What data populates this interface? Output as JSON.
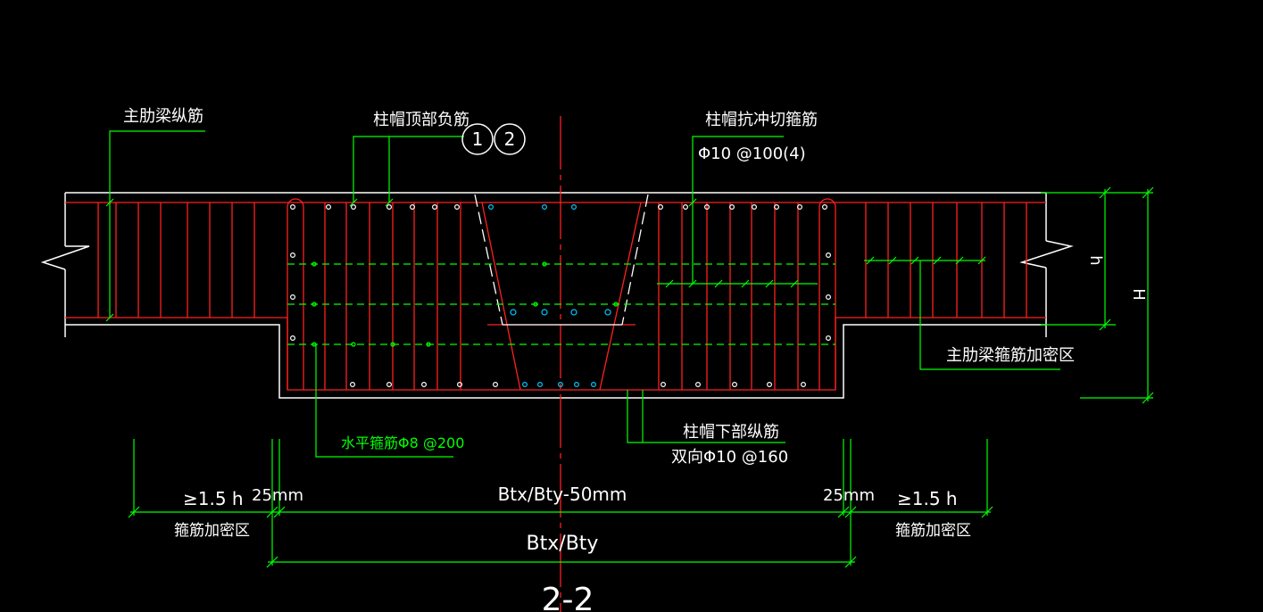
{
  "colors": {
    "background": "#000000",
    "outline": "#ffffff",
    "rebar": "#ff2020",
    "annotation": "#ffffff",
    "leader": "#00ff00",
    "dimension": "#00ff00",
    "stirrup_label": "#00ff00",
    "axis": "#ff2020",
    "cyan_bar": "#00c8ff"
  },
  "labels": {
    "main_beam_longitudinal": "主肋梁纵筋",
    "cap_top_negative": "柱帽顶部负筋",
    "circle_1": "1",
    "circle_2": "2",
    "cap_punching_stirrup": "柱帽抗冲切箍筋",
    "cap_punching_spec": "Φ10 @100(4)",
    "dense_zone_main_beam": "主肋梁箍筋加密区",
    "horizontal_stirrup": "水平箍筋Φ8 @200",
    "cap_bottom_long": "柱帽下部纵筋",
    "cap_bottom_spec": "双向Φ10 @160",
    "dim_h": "h",
    "dim_H": "H",
    "dim_left_15h": "≥1.5 h",
    "dim_left_dense": "箍筋加密区",
    "dim_left_25": "25mm",
    "dim_mid": "Btx/Bty-50mm",
    "dim_right_25": "25mm",
    "dim_right_15h": "≥1.5 h",
    "dim_right_dense": "箍筋加密区",
    "dim_total": "Btx/Bty",
    "section_title": "2-2"
  }
}
